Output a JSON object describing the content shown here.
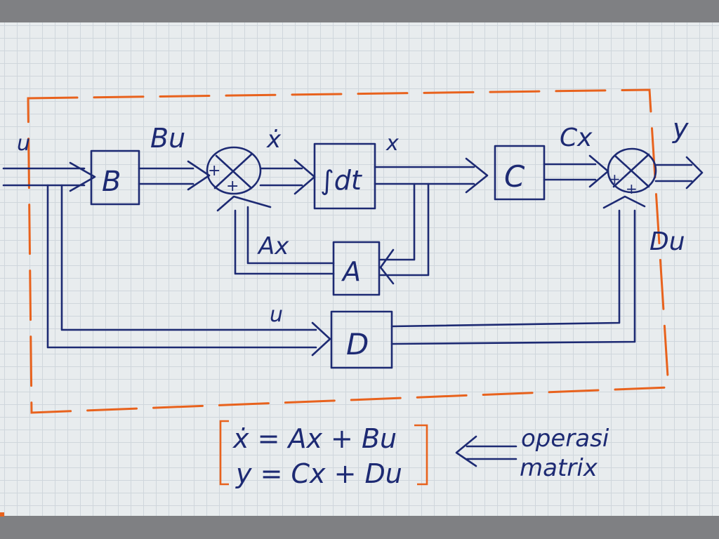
{
  "colors": {
    "ink": "#1d2a73",
    "boundary": "#e8621d",
    "paper": "#e8ecee",
    "grid": "#cfd6dc",
    "frame": "#7f8083"
  },
  "labels": {
    "input_left": "u",
    "b_output": "Bu",
    "x_dot": "ẋ",
    "x_out": "x",
    "c_output": "Cx",
    "y_out": "y",
    "a_output": "Ax",
    "d_input": "u",
    "d_output": "Du"
  },
  "blocks": {
    "b": "B",
    "integrator": "∫dt",
    "c": "C",
    "a": "A",
    "d": "D"
  },
  "sum_signs": {
    "plus": "+"
  },
  "equations": {
    "eq1": "ẋ = Ax + Bu",
    "eq2": "y = Cx + Du"
  },
  "note": {
    "line1": "operasi",
    "line2": "matrix"
  }
}
